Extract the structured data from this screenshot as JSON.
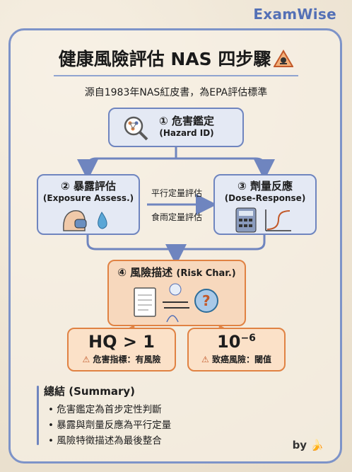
{
  "brand": "ExamWise",
  "title": "健康風險評估 NAS 四步驟",
  "subtitle": "源自1983年NAS紅皮書，為EPA評估標準",
  "steps": {
    "hazard": {
      "title": "① 危害鑑定",
      "sub": "(Hazard ID)"
    },
    "exposure": {
      "title": "② 暴露評估",
      "sub": "(Exposure Assess.)"
    },
    "dose": {
      "title": "③ 劑量反應",
      "sub": "(Dose-Response)"
    },
    "risk": {
      "title": "④ 風險描述",
      "sub": "(Risk Char.)"
    }
  },
  "middle": {
    "top": "平行定量評估",
    "bottom": "食雨定量評估"
  },
  "results": {
    "hq": {
      "value": "HQ > 1",
      "note": "危害指標：有風險"
    },
    "cancer": {
      "base": "10",
      "exp": "−6",
      "note": "致癌風險：閾值"
    }
  },
  "summary": {
    "heading": "總結 (Summary)",
    "items": [
      "• 危害鑑定為首步定性判斷",
      "• 暴露與劑量反應為平行定量",
      "• 風險特徵描述為最後整合"
    ]
  },
  "footer": {
    "by": "by"
  },
  "colors": {
    "blue": "#6f85bf",
    "orange": "#e08243",
    "brand": "#5470b6"
  }
}
